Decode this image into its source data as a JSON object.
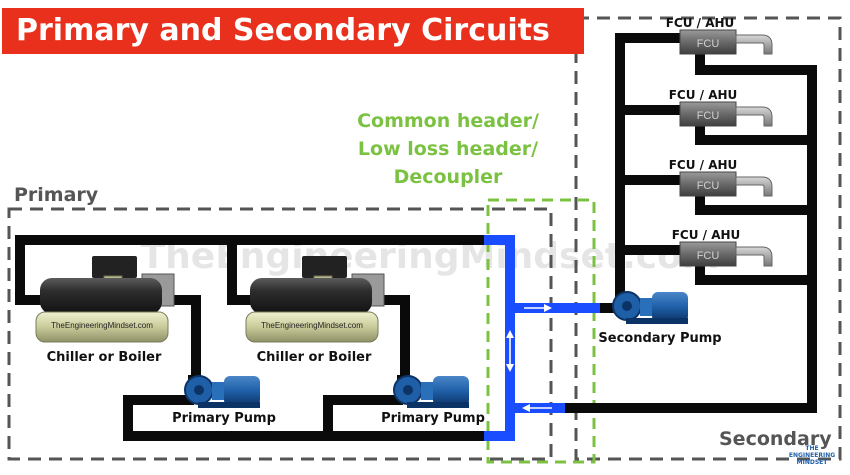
{
  "title": "Primary and Secondary Circuits",
  "zones": {
    "primary": "Primary",
    "secondary": "Secondary"
  },
  "header_label": [
    "Common header/",
    "Low loss header/",
    "Decoupler"
  ],
  "watermark": "TheEngineeringMindset.com",
  "chillers": [
    {
      "label": "Chiller or Boiler",
      "plate": "TheEngineeringMindset.com"
    },
    {
      "label": "Chiller or Boiler",
      "plate": "TheEngineeringMindset.com"
    }
  ],
  "pumps": {
    "primary": [
      "Primary Pump",
      "Primary Pump"
    ],
    "secondary": "Secondary Pump"
  },
  "fcus": [
    {
      "label": "FCU / AHU",
      "tag": "FCU"
    },
    {
      "label": "FCU / AHU",
      "tag": "FCU"
    },
    {
      "label": "FCU / AHU",
      "tag": "FCU"
    },
    {
      "label": "FCU / AHU",
      "tag": "FCU"
    }
  ],
  "logo": [
    "THE",
    "ENGINEERING",
    "MINDSET"
  ],
  "colors": {
    "title_bg": "#e8301c",
    "pipe": "#0a0a0a",
    "header_pipe": "#1a4dff",
    "header_box": "#7cc242",
    "zone_border": "#555555",
    "pump": "#1f5fa8"
  }
}
